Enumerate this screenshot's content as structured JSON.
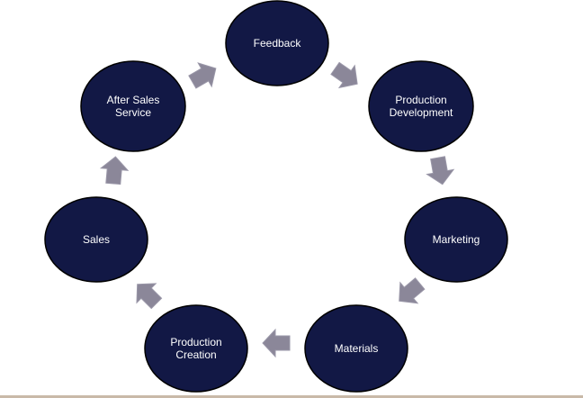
{
  "diagram": {
    "nodes": [
      {
        "id": "feedback",
        "lines": [
          "Feedback"
        ]
      },
      {
        "id": "production-development",
        "lines": [
          "Production",
          "Development"
        ]
      },
      {
        "id": "marketing",
        "lines": [
          "Marketing"
        ]
      },
      {
        "id": "materials",
        "lines": [
          "Materials"
        ]
      },
      {
        "id": "production-creation",
        "lines": [
          "Production",
          "Creation"
        ]
      },
      {
        "id": "sales",
        "lines": [
          "Sales"
        ]
      },
      {
        "id": "after-sales-service",
        "lines": [
          "After Sales",
          "Service"
        ]
      }
    ],
    "edges": [
      {
        "from": "feedback",
        "to": "production-development"
      },
      {
        "from": "production-development",
        "to": "marketing"
      },
      {
        "from": "marketing",
        "to": "materials"
      },
      {
        "from": "materials",
        "to": "production-creation"
      },
      {
        "from": "production-creation",
        "to": "sales"
      },
      {
        "from": "sales",
        "to": "after-sales-service"
      },
      {
        "from": "after-sales-service",
        "to": "feedback"
      }
    ],
    "colors": {
      "node_fill": "#121845",
      "node_stroke": "#000000",
      "node_text": "#ffffff",
      "arrow_fill": "#8b8799",
      "arrow_stroke": "#9a97a8"
    }
  }
}
